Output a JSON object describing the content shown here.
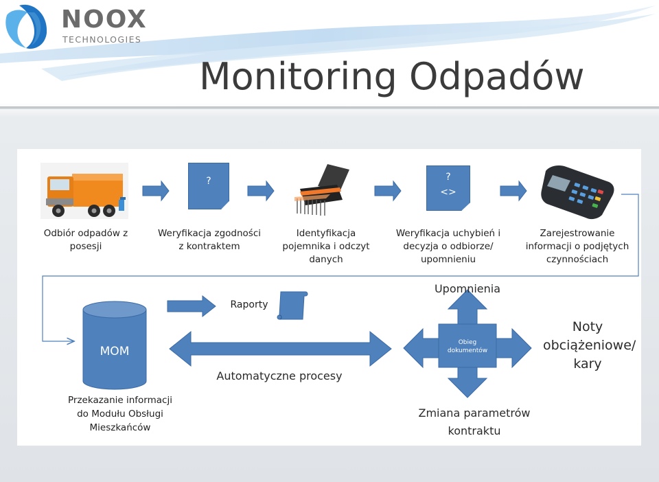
{
  "brand": {
    "name": "NOOX",
    "subtitle": "TECHNOLOGIES"
  },
  "title": "Monitoring Odpadów",
  "colors": {
    "arrow": "#4f81bd",
    "arrow_border": "#3a6aa4",
    "title": "#3b3b3b",
    "logo_blue": "#3f8fd2"
  },
  "diagram": {
    "steps": [
      {
        "label_lines": [
          "Odbiór odpadów z",
          "posesji"
        ],
        "icon": "garbage-truck-icon"
      },
      {
        "label_lines": [
          "Weryfikacja zgodności",
          "z kontraktem"
        ],
        "icon": "document-icon",
        "glyph": "?"
      },
      {
        "label_lines": [
          "Identyfikacja",
          "pojemnika i odczyt",
          "danych"
        ],
        "icon": "barcode-scanner-icon"
      },
      {
        "label_lines": [
          "Weryfikacja uchybień i",
          "decyzja o odbiorze/",
          "upomnieniu"
        ],
        "icon": "document-icon",
        "glyph": "?",
        "glyph2": "<>"
      },
      {
        "label_lines": [
          "Zarejestrowanie",
          "informacji o podjętych",
          "czynnościach"
        ],
        "icon": "terminal-icon"
      }
    ],
    "mom": {
      "label": "MOM",
      "caption_lines": [
        "Przekazanie informacji",
        "do Modułu Obsługi",
        "Mieszkańców"
      ]
    },
    "reports": "Raporty",
    "auto_processes": "Automatyczne procesy",
    "hub": {
      "label_lines": [
        "Obieg",
        "dokumentów"
      ],
      "top": "Upomnienia",
      "right_lines": [
        "Noty",
        "obciążeniowe/",
        "kary"
      ],
      "bottom_lines": [
        "Zmiana parametrów",
        "kontraktu"
      ]
    }
  }
}
